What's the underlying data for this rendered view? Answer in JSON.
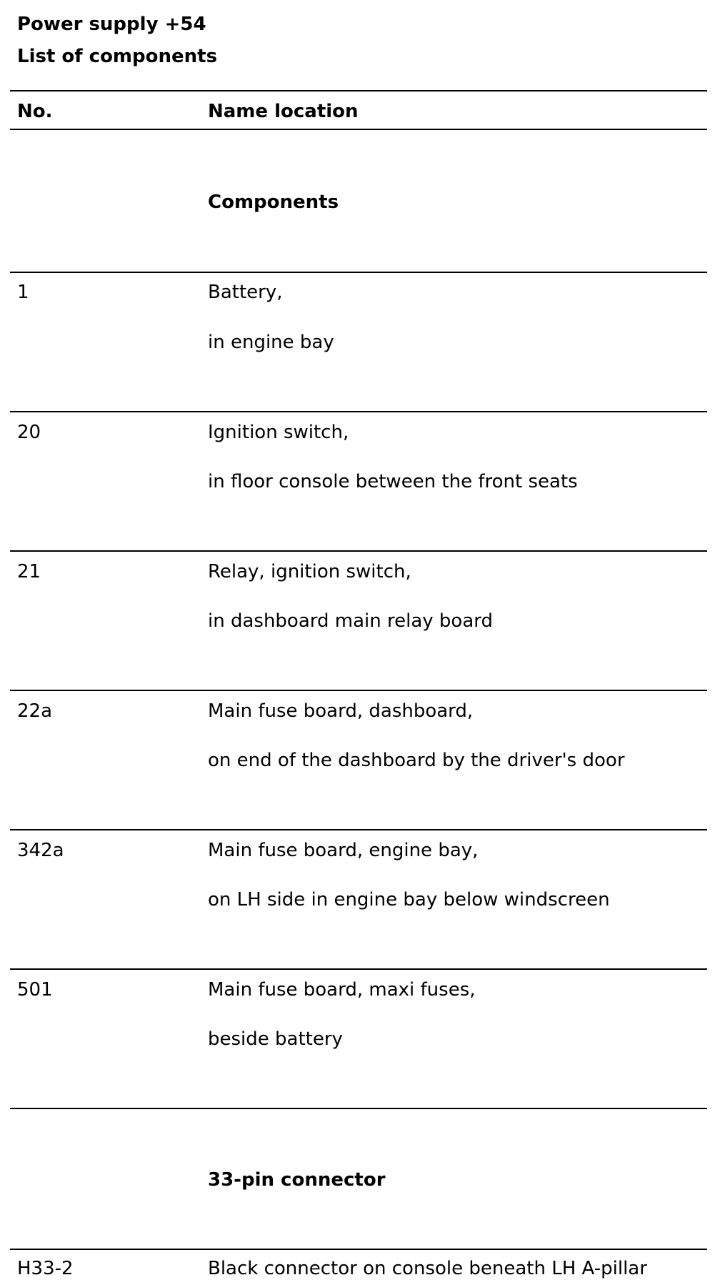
{
  "header": {
    "title": "Power supply +54",
    "subtitle": "List of components"
  },
  "table": {
    "columns": [
      "No.",
      "Name location"
    ],
    "sections": [
      {
        "heading": "Components",
        "rows": [
          {
            "no": "1",
            "name": "Battery,",
            "location": "in engine bay"
          },
          {
            "no": "20",
            "name": "Ignition switch,",
            "location": "in floor console between the front seats"
          },
          {
            "no": "21",
            "name": "Relay, ignition switch,",
            "location": "in dashboard main relay board"
          },
          {
            "no": "22a",
            "name": "Main fuse board, dashboard,",
            "location": "on end of the dashboard by the driver's door"
          },
          {
            "no": "342a",
            "name": "Main fuse board, engine bay,",
            "location": "on LH side in engine bay below windscreen"
          },
          {
            "no": "501",
            "name": "Main fuse board, maxi fuses,",
            "location": "beside battery"
          }
        ]
      },
      {
        "heading": "33-pin connector",
        "rows": [
          {
            "no": "H33-2",
            "name": "Black connector on console beneath LH A-pillar"
          }
        ]
      }
    ]
  }
}
